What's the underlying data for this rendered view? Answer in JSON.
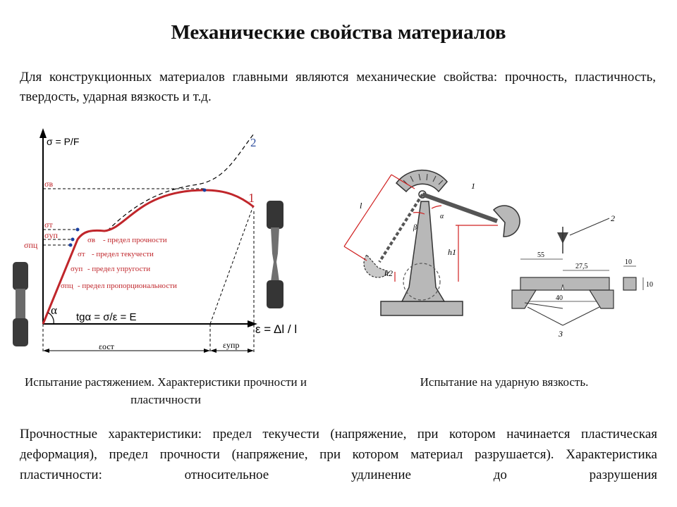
{
  "slide": {
    "title": "Механические свойства материалов",
    "intro": "Для конструкционных материалов главными являются механические свойства: прочность, пластичность, твердость, ударная вязкость и т.д.",
    "summary": "Прочностные характеристики: предел текучести (напряжение, при котором начинается пластическая деформация), предел прочности (напряжение, при котором материал разрушается). Характеристика пластичности: относительное удлинение до разрушения"
  },
  "tensile": {
    "caption": "Испытание растяжением. Характеристики прочности и пластичности",
    "y_axis": "σ = P/F",
    "x_axis": "ε = Δl / l",
    "slope": "tgα = σ/ε = E",
    "alpha": "α",
    "curve1": "1",
    "curve2": "2",
    "sigma_b": "σв",
    "sigma_t": "σт",
    "sigma_up": "σуп",
    "sigma_pc": "σпц",
    "eps_ost": "εост",
    "eps_upr": "εупр",
    "legend": [
      {
        "symbol": "σв",
        "text": "- предел прочности"
      },
      {
        "symbol": "σт",
        "text": "- предел текучести"
      },
      {
        "symbol": "σуп",
        "text": "- предел упругости"
      },
      {
        "symbol": "σпц",
        "text": "- предел пропорциональности"
      }
    ]
  },
  "impact": {
    "caption": "Испытание на ударную вязкость.",
    "label_l": "l",
    "label_1": "1",
    "label_2": "2",
    "label_3": "3",
    "label_h1": "h1",
    "label_h2": "h2",
    "label_alpha": "α",
    "label_beta": "β",
    "dim_55": "55",
    "dim_275": "27,5",
    "dim_40": "40",
    "dim_10a": "10",
    "dim_10b": "10"
  },
  "colors": {
    "curve": "#c0262b",
    "dim_lines": "#d02020",
    "machine": "#b8b8b8",
    "legend_text": "#c0262b"
  }
}
